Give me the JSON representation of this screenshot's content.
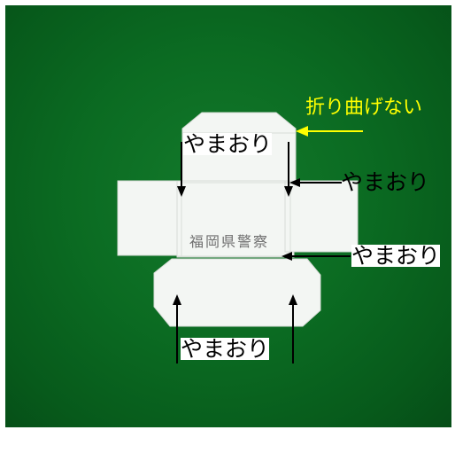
{
  "annotations": {
    "no_fold": "折り曲げない",
    "mountain_fold_top": "やまおり",
    "mountain_fold_right_upper": "やまおり",
    "mountain_fold_right_lower": "やまおり",
    "mountain_fold_bottom": "やまおり"
  },
  "box_stamp": "福岡県警察",
  "colors": {
    "felt_green": "#0b6b22",
    "paper_white": "#f3f6f3",
    "arrow_yellow": "#ffff00",
    "arrow_black": "#000000"
  }
}
